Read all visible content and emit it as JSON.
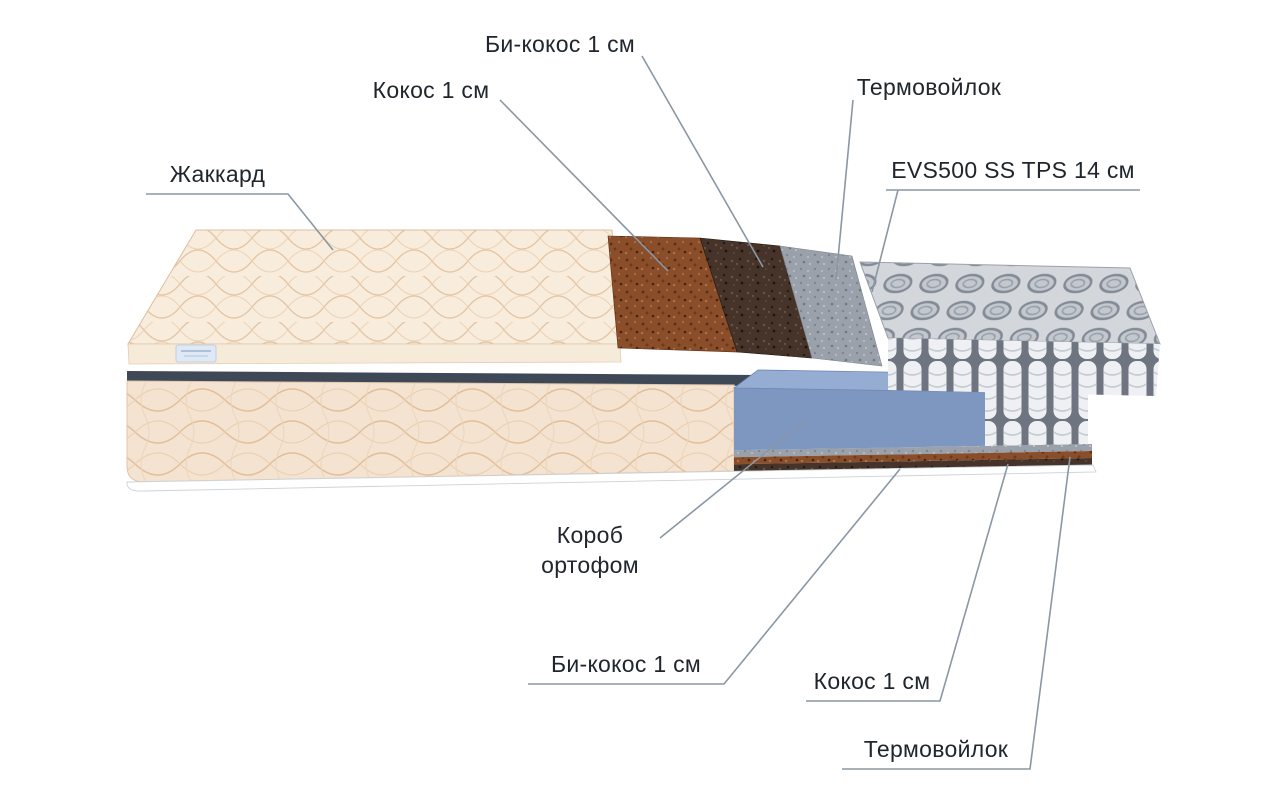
{
  "diagram": {
    "labels": {
      "jacquard": "Жаккард",
      "coconut_top": "Кокос 1 см",
      "bi_coconut_top": "Би-кокос 1 см",
      "thermo_felt_top": "Термовойлок",
      "springs": "EVS500 SS TPS 14 см",
      "foam_box_line1": "Короб",
      "foam_box_line2": "ортофом",
      "bi_coconut_bottom": "Би-кокос 1 см",
      "coconut_bottom": "Кокос 1 см",
      "thermo_felt_bottom": "Термовойлок"
    },
    "colors": {
      "background": "#ffffff",
      "label_text": "#20262e",
      "leader_line": "#8a97a4",
      "jacquard_cream": "#f3e3d0",
      "quilt_cream": "#f8ecdc",
      "coconut_brown": "#8a4e2a",
      "bi_coconut_dark": "#46342a",
      "felt_gray": "#9aa1ab",
      "foam_box_blue": "#7e97c1",
      "foam_box_top_blue": "#95add2",
      "spring_coil_white": "#eef0f3",
      "base_tape_dark": "#3f4857"
    }
  }
}
